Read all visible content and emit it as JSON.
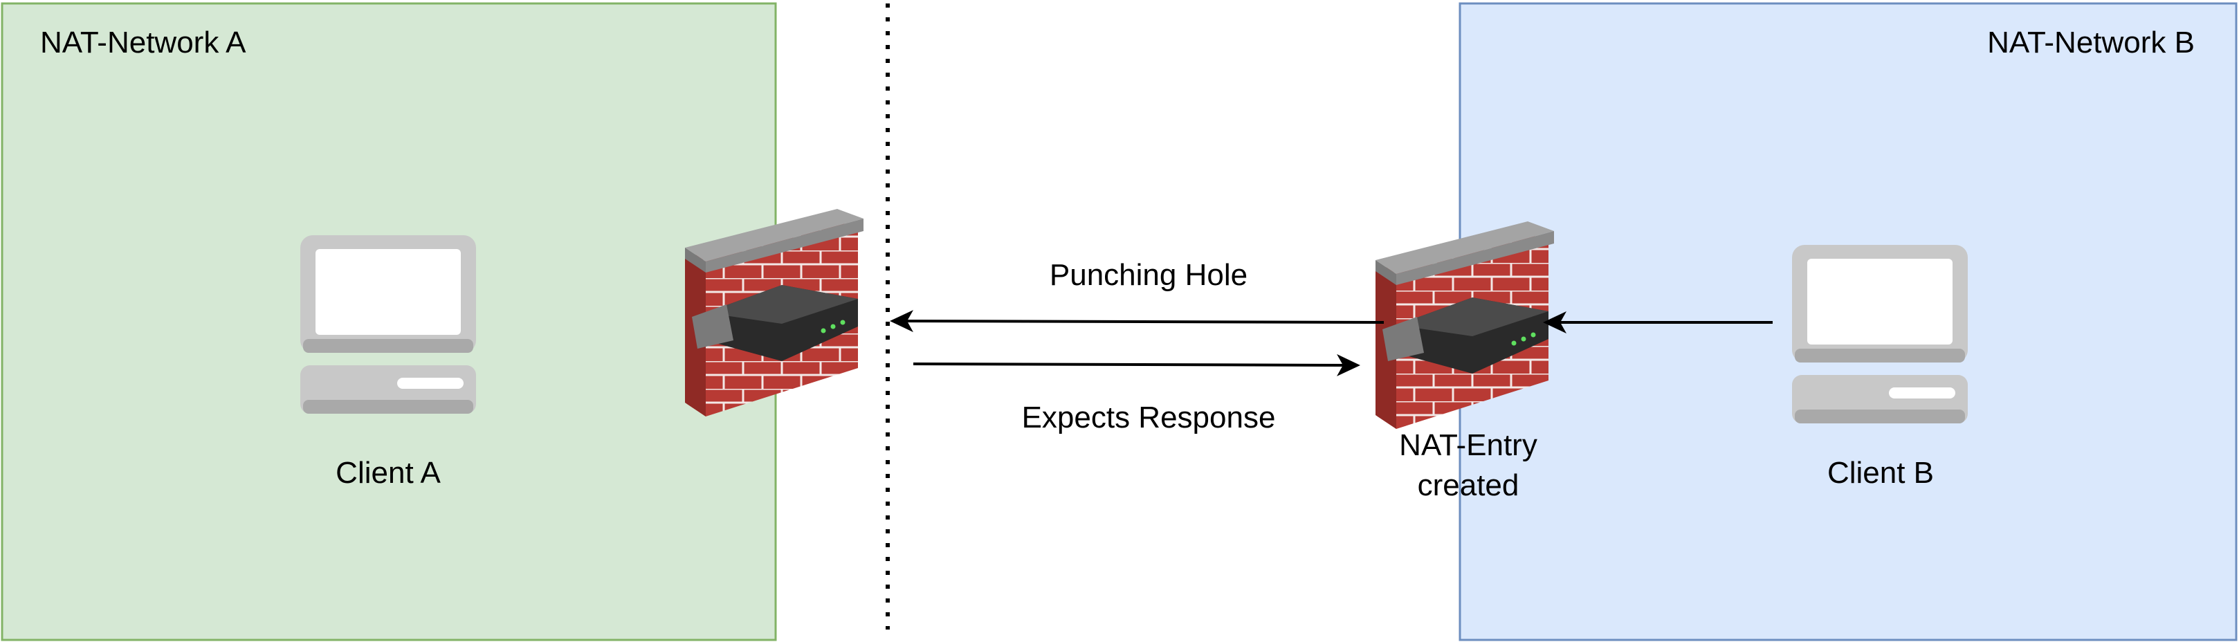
{
  "networks": {
    "a": {
      "label": "NAT-Network A",
      "fill": "#d5e8d4",
      "stroke": "#82b366"
    },
    "b": {
      "label": "NAT-Network B",
      "fill": "#dae8fc",
      "stroke": "#6c8ebf"
    }
  },
  "clients": {
    "a": {
      "label": "Client A",
      "icon": "computer-icon"
    },
    "b": {
      "label": "Client B",
      "icon": "computer-icon"
    }
  },
  "routers": {
    "a": {
      "icon": "firewall-router-icon"
    },
    "b": {
      "icon": "firewall-router-icon",
      "label_line1": "NAT-Entry",
      "label_line2": "created"
    }
  },
  "edges": {
    "punching_hole": {
      "label": "Punching Hole"
    },
    "expects_response": {
      "label": "Expects Response"
    }
  },
  "colors": {
    "brick": "#b83a34",
    "brick_dark": "#8f2a25",
    "mortar": "#ffffff",
    "cap": "#8f8f8f",
    "router_body": "#1d1d1d",
    "router_led": "#5fe05f",
    "screen": "#cfcfcf",
    "screen_inner": "#ffffff"
  }
}
